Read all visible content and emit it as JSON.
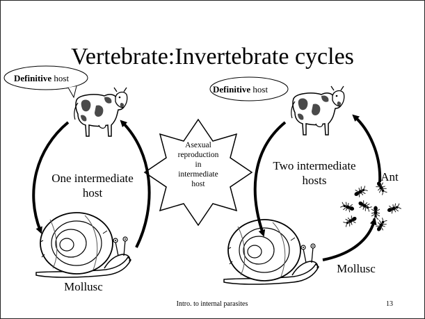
{
  "slide": {
    "title": "Vertebrate:Invertebrate cycles",
    "left_cycle": {
      "bubble_bold": "Definitive",
      "bubble_rest": " host",
      "intermediate_line1": "One intermediate",
      "intermediate_line2": "host",
      "snail_caption": "Mollusc"
    },
    "center_star": {
      "line1": "Asexual",
      "line2": "reproduction",
      "line3": "in",
      "line4": "intermediate",
      "line5": "host"
    },
    "right_cycle": {
      "bubble_bold": "Definitive",
      "bubble_rest": " host",
      "intermediate_line1": "Two intermediate",
      "intermediate_line2": "hosts",
      "ant_caption": "Ant",
      "snail_caption": "Mollusc"
    },
    "footer": "Intro. to internal parasites",
    "page_number": "13"
  },
  "colors": {
    "background": "#ffffff",
    "ink": "#000000",
    "cow_spots": "#4a4a4a"
  },
  "icons": [
    "cow-icon",
    "snail-icon",
    "ant-group-icon",
    "star-shape",
    "curved-arrow-icon"
  ]
}
